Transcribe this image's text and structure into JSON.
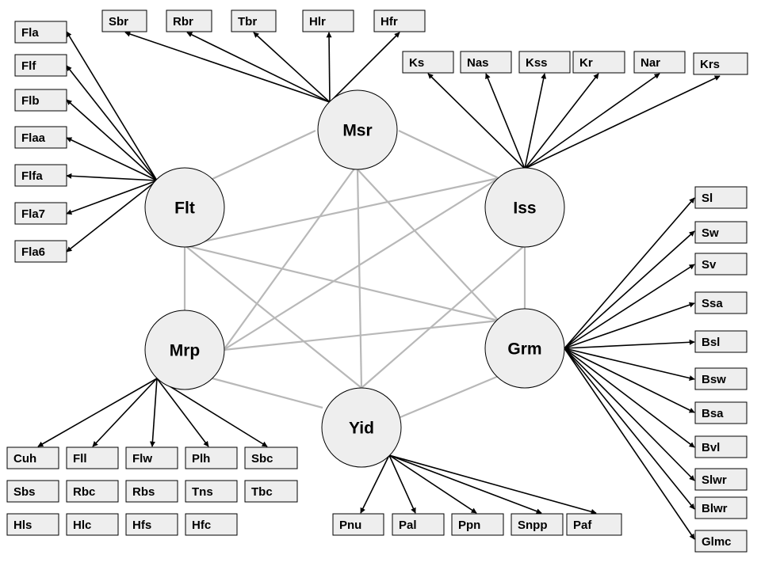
{
  "hubs": {
    "msr": "Msr",
    "flt": "Flt",
    "iss": "Iss",
    "mrp": "Mrp",
    "grm": "Grm",
    "yid": "Yid"
  },
  "connections": [
    [
      "msr",
      "flt"
    ],
    [
      "msr",
      "iss"
    ],
    [
      "msr",
      "mrp"
    ],
    [
      "msr",
      "grm"
    ],
    [
      "msr",
      "yid"
    ],
    [
      "flt",
      "iss"
    ],
    [
      "flt",
      "mrp"
    ],
    [
      "flt",
      "grm"
    ],
    [
      "flt",
      "yid"
    ],
    [
      "iss",
      "mrp"
    ],
    [
      "iss",
      "grm"
    ],
    [
      "iss",
      "yid"
    ],
    [
      "mrp",
      "grm"
    ],
    [
      "mrp",
      "yid"
    ],
    [
      "grm",
      "yid"
    ]
  ],
  "leaves": {
    "msr": [
      "Sbr",
      "Rbr",
      "Tbr",
      "Hlr",
      "Hfr"
    ],
    "iss": [
      "Ks",
      "Nas",
      "Kss",
      "Kr",
      "Nar",
      "Krs"
    ],
    "flt": [
      "Fla",
      "Flf",
      "Flb",
      "Flaa",
      "Flfa",
      "Fla7",
      "Fla6"
    ],
    "grm": [
      "Sl",
      "Sw",
      "Sv",
      "Ssa",
      "Bsl",
      "Bsw",
      "Bsa",
      "Bvl",
      "Slwr",
      "Blwr",
      "Glmc"
    ],
    "mrp": [
      "Cuh",
      "Fll",
      "Flw",
      "Plh",
      "Sbc"
    ],
    "yid": [
      "Pnu",
      "Pal",
      "Ppn",
      "Snpp",
      "Paf"
    ]
  },
  "standalone_boxes": [
    "Sbs",
    "Rbc",
    "Rbs",
    "Tns",
    "Tbc",
    "Hls",
    "Hlc",
    "Hfs",
    "Hfc"
  ],
  "colors": {
    "node_fill": "#eeeeee",
    "edge": "#b8b8b8",
    "arrow": "#000000"
  }
}
